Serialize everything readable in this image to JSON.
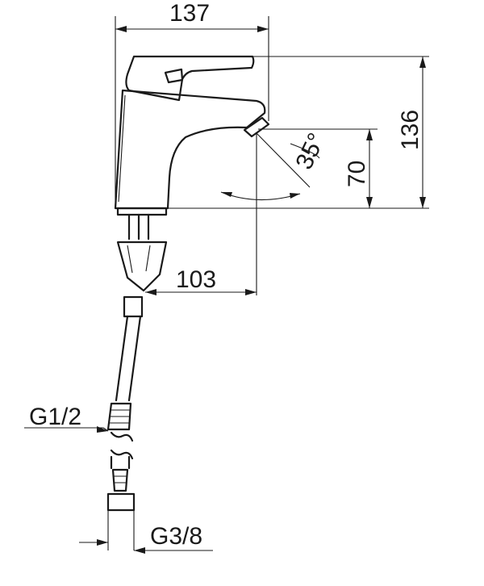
{
  "drawing": {
    "dimensions": {
      "overall_width": "137",
      "overall_height": "136",
      "spout_height": "70",
      "spout_projection": "103",
      "spout_angle": "35°"
    },
    "threads": {
      "supply_connection": "G1/2",
      "hose_connection": "G3/8"
    },
    "colors": {
      "ink": "#1a1a1a",
      "background": "#ffffff"
    }
  }
}
